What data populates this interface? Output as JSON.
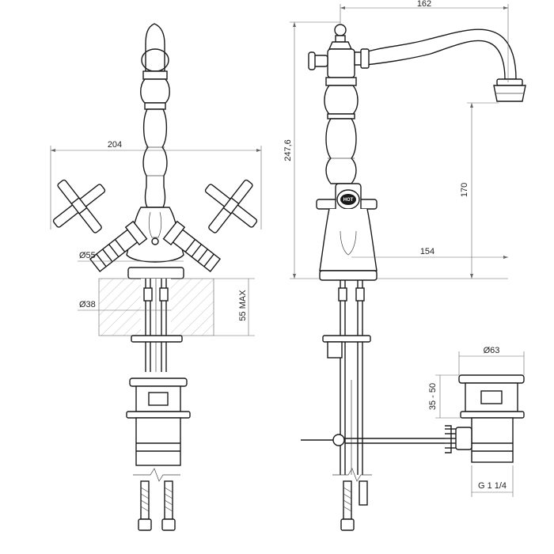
{
  "dimensions": {
    "front_width": "204",
    "base_diameter": "Ø55",
    "hole_diameter": "Ø38",
    "deck_thickness": "55 MAX",
    "spout_reach": "162",
    "total_height": "247,6",
    "spout_height": "170",
    "handle_reach": "154",
    "drain_diameter": "Ø63",
    "drain_adjust": "35 - 50",
    "drain_thread": "G 1 1/4"
  },
  "handle_marking": "HOT"
}
